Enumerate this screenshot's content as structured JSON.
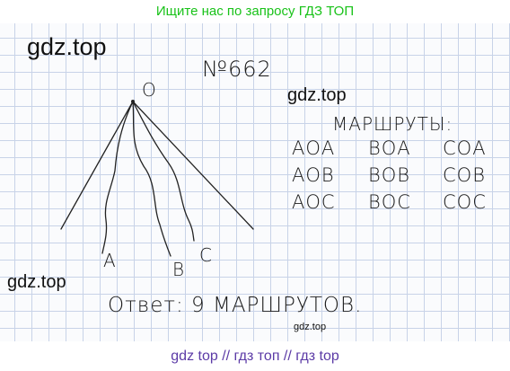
{
  "banner": {
    "text": "Ищите нас по запросу ГДЗ ТОП"
  },
  "watermarks": {
    "top_left": "gdz.top",
    "middle_right": "gdz.top",
    "bottom_left": "gdz.top",
    "bottom_center": "gdz.top"
  },
  "task": {
    "number": "№662"
  },
  "diagram": {
    "vertices": {
      "top": "O",
      "left": "A",
      "middle": "B",
      "right": "C"
    }
  },
  "routes": {
    "title": "МАРШРУТЫ:",
    "rows": [
      [
        "АОА",
        "ВОА",
        "СОА"
      ],
      [
        "АОВ",
        "ВОВ",
        "СОВ"
      ],
      [
        "АОС",
        "ВОС",
        "СОС"
      ]
    ]
  },
  "answer": {
    "text": "Ответ: 9 МАРШРУТОВ."
  },
  "footer": {
    "text": "gdz top  //  гдз топ  //  гдз top"
  }
}
